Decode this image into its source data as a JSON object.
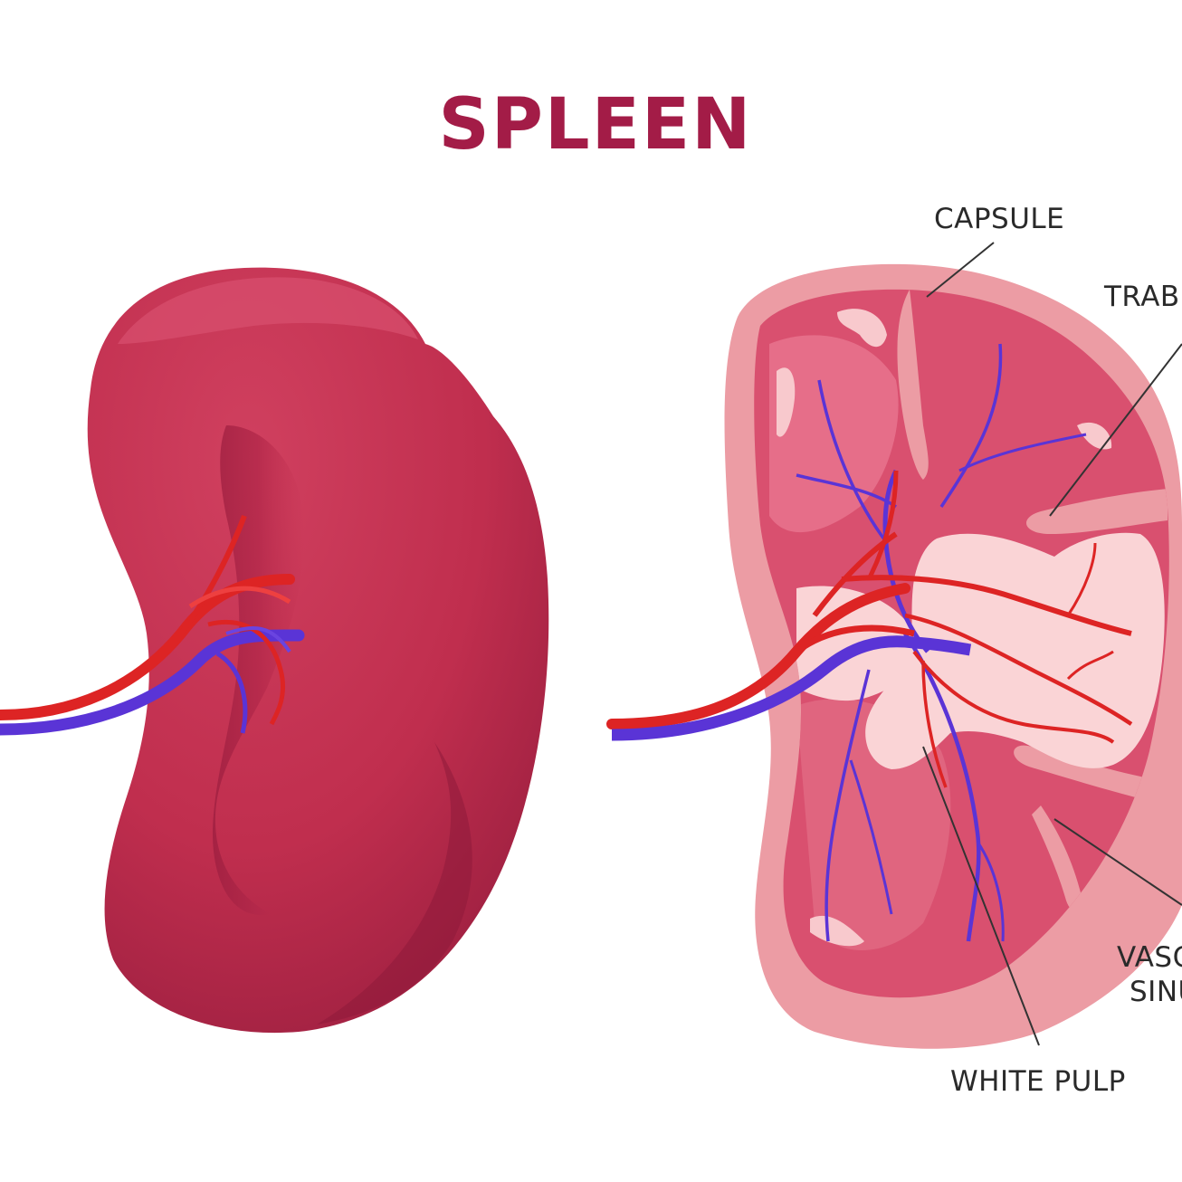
{
  "title": "SPLEEN",
  "labels": {
    "capsule": "CAPSULE",
    "trabecula": "TRABECULA",
    "vascular_line1": "VASCULAR",
    "vascular_line2": "SINUS",
    "white_pulp": "WHITE PULP"
  },
  "colors": {
    "title": "#a31c47",
    "label": "#2a2a2a",
    "organ": "#c02e4e",
    "organ_dark": "#8e1a3a",
    "organ_light": "#dc5a7a",
    "capsule": "#ec9ca4",
    "red_pulp": "#d9506f",
    "red_pulp_light": "#e7738e",
    "trabecula": "#f3b7c0",
    "white_pulp": "#fad4d6",
    "artery": "#dd2424",
    "vein": "#5a34d6"
  }
}
